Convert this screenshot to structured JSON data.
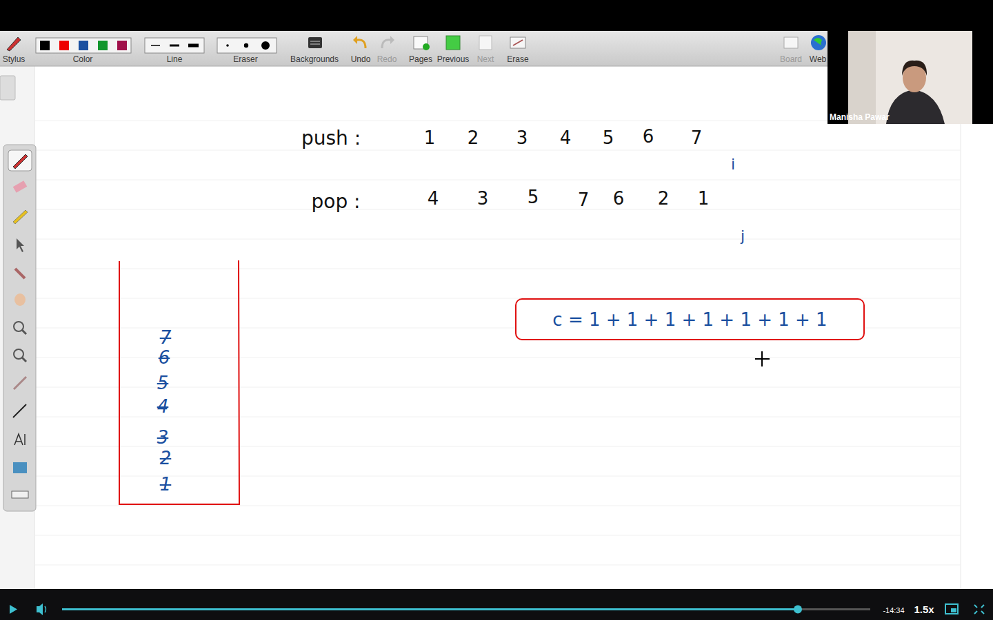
{
  "diagram": {
    "nodes": [
      {
        "text": [
          "7",
          "6",
          "5",
          "4",
          "3",
          "2",
          "1"
        ]
      },
      {
        "text": [
          "c = 1 + 1 + 1 + 1 + 1 + 1 + 1"
        ]
      }
    ],
    "labels": [
      "Stylus",
      "Color",
      "Line",
      "Eraser",
      "Backgrounds",
      "Undo",
      "Redo",
      "Pages",
      "Previous",
      "Next",
      "Erase",
      "Board",
      "Web",
      "Manisha Pawar",
      "push :",
      "1",
      "2",
      "3",
      "4",
      "5",
      "6",
      "7",
      "i",
      "pop :",
      "4",
      "3",
      "5",
      "7",
      "6",
      "2",
      "1",
      "j",
      "-14:34",
      "1.5x"
    ]
  }
}
